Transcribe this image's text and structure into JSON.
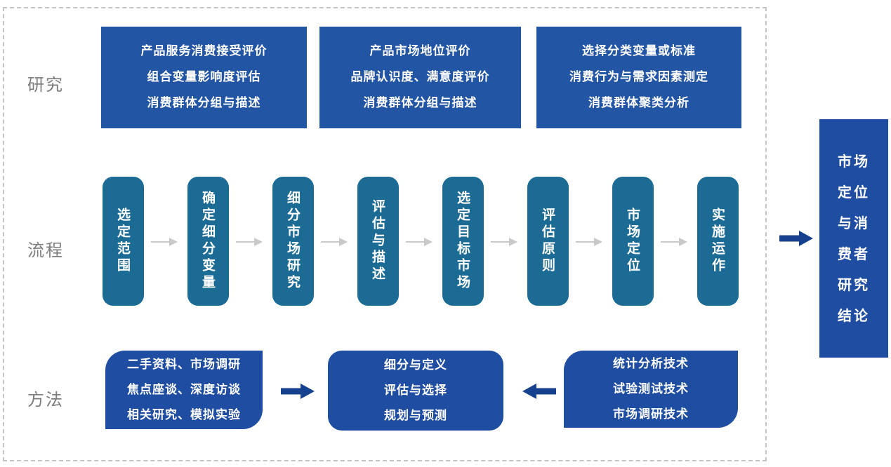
{
  "labels": {
    "research": "研究",
    "process": "流程",
    "method": "方法"
  },
  "research_boxes": [
    {
      "lines": [
        "产品服务消费接受评价",
        "组合变量影响度评估",
        "消费群体分组与描述"
      ]
    },
    {
      "lines": [
        "产品市场地位评价",
        "品牌认识度、满意度评价",
        "消费群体分组与描述"
      ]
    },
    {
      "lines": [
        "选择分类变量或标准",
        "消费行为与需求因素测定",
        "消费群体聚类分析"
      ]
    }
  ],
  "process_steps": [
    {
      "label": "选定范围"
    },
    {
      "label": "确定细分变量"
    },
    {
      "label": "细分市场研究"
    },
    {
      "label": "评估与描述"
    },
    {
      "label": "选定目标市场"
    },
    {
      "label": "评估原则"
    },
    {
      "label": "市场定位"
    },
    {
      "label": "实施运作"
    }
  ],
  "method_boxes": [
    {
      "lines": [
        "二手资料、市场调研",
        "焦点座谈、深度访谈",
        "相关研究、模拟实验"
      ]
    },
    {
      "lines": [
        "细分与定义",
        "评估与选择",
        "规划与预测"
      ]
    },
    {
      "lines": [
        "统计分析技术",
        "试验测试技术",
        "市场调研技术"
      ]
    }
  ],
  "result_box": {
    "lines": [
      "市场",
      "定位",
      "与消",
      "费者",
      "研究",
      "结论"
    ]
  },
  "colors": {
    "research_box_blue": "#2355a5",
    "process_pill_teal": "#1c6b95",
    "method_box_blue": "#1e4da2",
    "result_box_blue": "#1e4da2",
    "flow_arrow_gray": "#c9c9c9",
    "block_arrow_navy": "#15418f",
    "label_gray": "#7d7d7d",
    "frame_dash_gray": "#c5c5c5"
  }
}
